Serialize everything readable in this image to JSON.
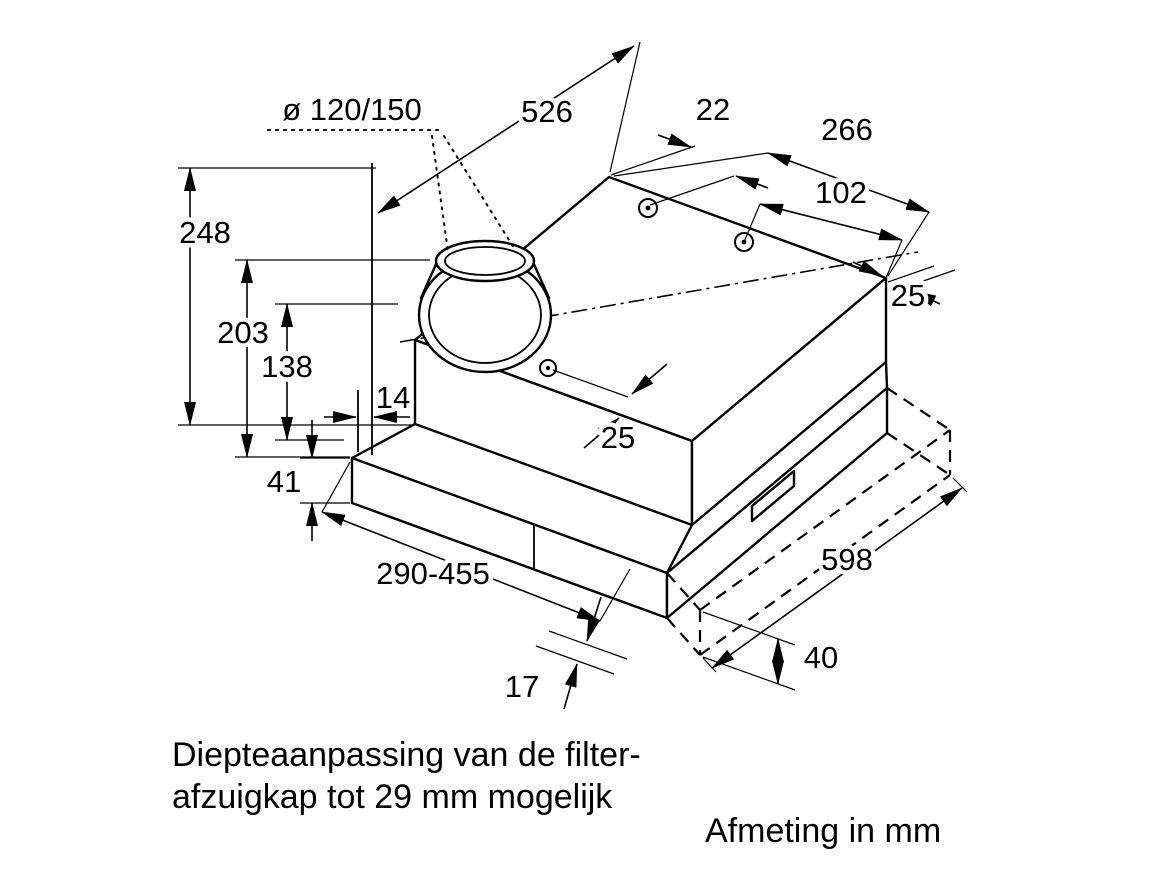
{
  "drawing": {
    "dims": {
      "diameter": "ø 120/150",
      "d526": "526",
      "d22": "22",
      "d266": "266",
      "d102": "102",
      "d25_right": "25",
      "d248": "248",
      "d203": "203",
      "d138": "138",
      "d14": "14",
      "d25_front": "25",
      "d41": "41",
      "d290_455": "290-455",
      "d598": "598",
      "d40": "40",
      "d17": "17"
    },
    "caption_line1": "Diepteaanpassing van de filter-",
    "caption_line2": "afzuigkap tot 29 mm mogelijk",
    "units_note": "Afmeting in mm",
    "colors": {
      "line": "#000000",
      "background": "#ffffff"
    }
  }
}
